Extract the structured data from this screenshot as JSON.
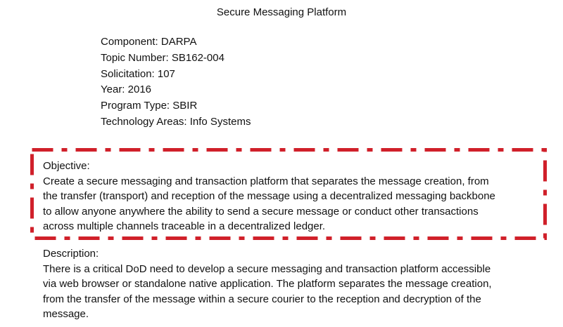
{
  "document": {
    "title": "Secure Messaging Platform",
    "metadata": [
      "Component: DARPA",
      "Topic Number: SB162-004",
      "Solicitation: 107",
      "Year: 2016",
      "Program Type: SBIR",
      "Technology Areas: Info Systems"
    ],
    "objective": {
      "heading": "Objective:",
      "lines": [
        "Create a secure messaging and transaction platform that separates the message creation, from",
        "the transfer (transport) and reception of the message using a decentralized messaging backbone",
        "to allow anyone anywhere the ability to send a secure message or conduct other transactions",
        "across multiple channels traceable in a decentralized ledger."
      ]
    },
    "description": {
      "heading": "Description:",
      "lines": [
        "There is a critical DoD need to develop a secure messaging and transaction platform accessible",
        "via web browser or standalone native application. The platform separates the message creation,",
        "from the transfer of the message within a secure courier to the reception and decryption of the",
        "message."
      ]
    }
  },
  "colors": {
    "highlight_border": "#d0202a",
    "text": "#111111"
  }
}
